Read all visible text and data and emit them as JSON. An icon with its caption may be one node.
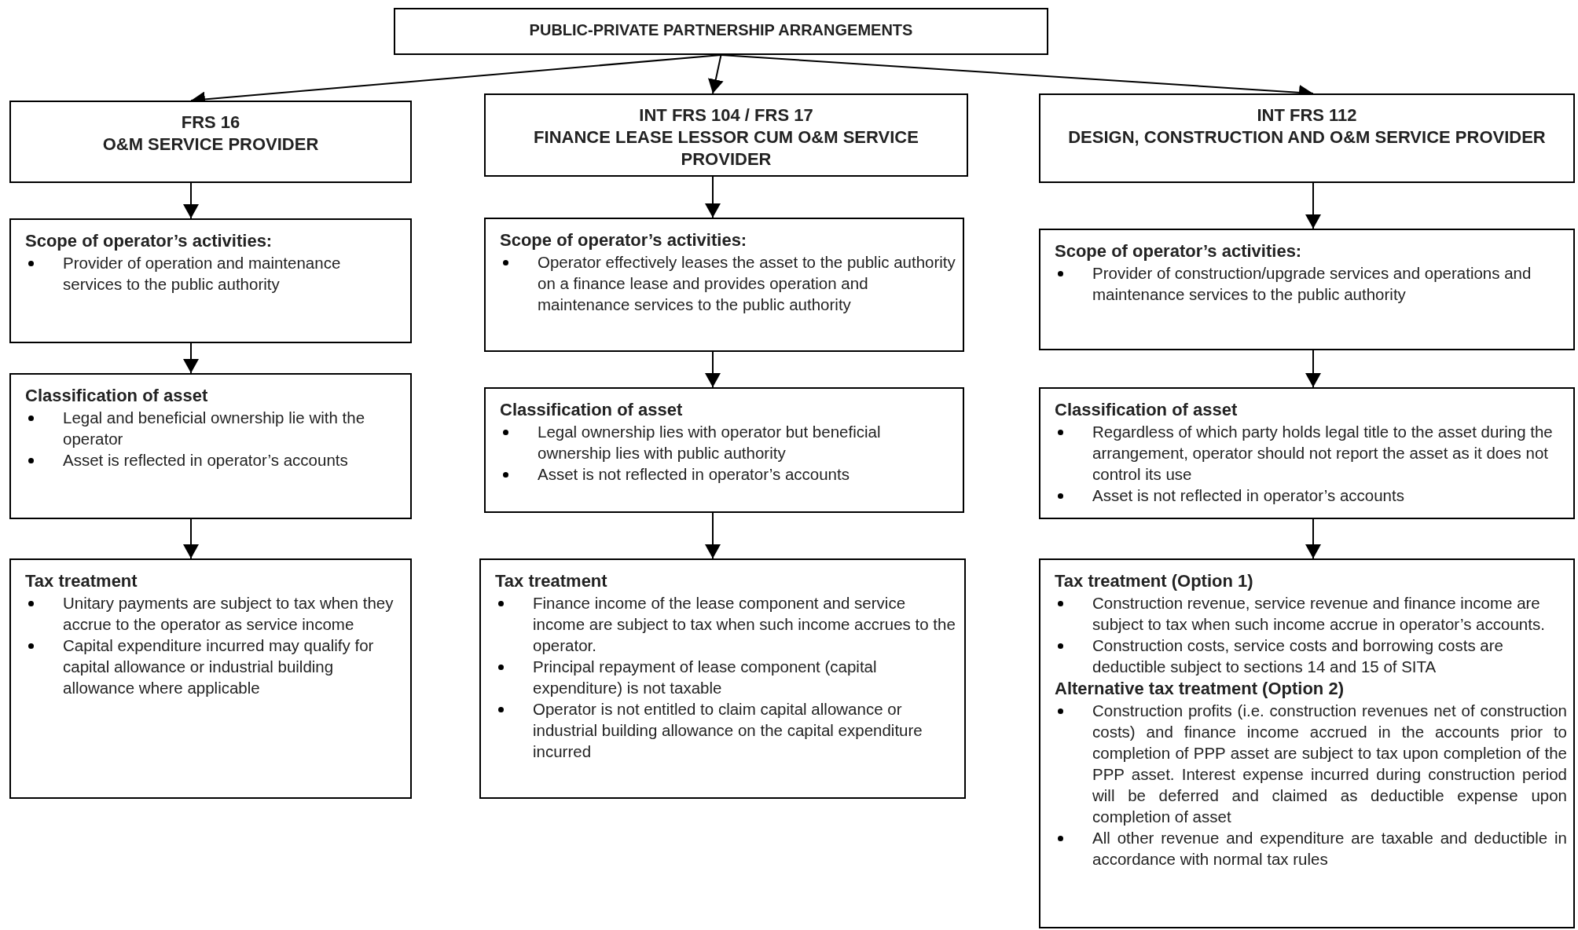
{
  "diagram": {
    "nodes": [
      {
        "text": [
          "PUBLIC-PRIVATE PARTNERSHIP ARRANGEMENTS"
        ]
      },
      {
        "text": [
          "FRS 16",
          "O&M SERVICE PROVIDER"
        ]
      },
      {
        "text": [
          "INT FRS 104 / FRS 17",
          "FINANCE LEASE LESSOR CUM O&M SERVICE PROVIDER"
        ]
      },
      {
        "text": [
          "INT FRS 112",
          "DESIGN, CONSTRUCTION AND O&M SERVICE PROVIDER"
        ]
      },
      {
        "text": [
          "Scope of operator’s activities:",
          "Provider of operation and maintenance services to the public authority"
        ]
      },
      {
        "text": [
          "Scope of operator’s activities:",
          "Operator effectively leases the asset to the public authority on a finance lease and provides operation and maintenance services to the public authority"
        ]
      },
      {
        "text": [
          "Scope of operator’s activities:",
          "Provider of construction/upgrade services and operations and maintenance services to the public authority"
        ]
      },
      {
        "text": [
          "Classification of asset",
          "Legal and beneficial ownership lie with the operator",
          "Asset is reflected in operator’s accounts"
        ]
      },
      {
        "text": [
          "Classification of asset",
          "Legal ownership lies with operator but beneficial ownership lies with public authority",
          "Asset is not reflected in operator’s accounts"
        ]
      },
      {
        "text": [
          "Classification of asset",
          "Regardless of which party holds legal title to the asset during the arrangement, operator should not report the asset as it does not control its use",
          "Asset is not reflected in operator’s accounts"
        ]
      },
      {
        "text": [
          "Tax treatment",
          "Unitary payments are subject to tax when they accrue to the operator as service income",
          "Capital expenditure incurred may qualify for capital allowance or industrial building allowance where applicable"
        ]
      },
      {
        "text": [
          "Tax treatment",
          "Finance income of the lease component and service income are subject to tax when such income accrues to the operator.",
          "Principal repayment of lease component (capital expenditure) is not taxable",
          "Operator is not entitled to claim capital allowance or industrial building allowance on the capital expenditure incurred"
        ]
      },
      {
        "text": [
          "Tax treatment (Option 1)",
          "Construction revenue, service revenue and finance income are subject to tax when such income accrue in operator’s accounts.",
          "Construction costs, service costs and borrowing costs are deductible subject to sections 14 and 15 of SITA",
          "Alternative tax treatment (Option 2)",
          "Construction profits (i.e. construction revenues net of construction costs) and finance income accrued in the accounts prior to completion of PPP asset are subject to tax upon completion of the PPP asset. Interest expense incurred during construction period will be deferred and claimed as deductible expense upon completion of asset",
          "All other revenue and expenditure are taxable and deductible in accordance with normal tax rules"
        ]
      }
    ],
    "edges": [
      {
        "from": 0,
        "to": 1,
        "arrow": "to"
      },
      {
        "from": 0,
        "to": 2,
        "arrow": "to"
      },
      {
        "from": 0,
        "to": 3,
        "arrow": "to"
      },
      {
        "from": 1,
        "to": 4,
        "arrow": "to"
      },
      {
        "from": 2,
        "to": 5,
        "arrow": "to"
      },
      {
        "from": 3,
        "to": 6,
        "arrow": "to"
      },
      {
        "from": 4,
        "to": 7,
        "arrow": "to"
      },
      {
        "from": 5,
        "to": 8,
        "arrow": "to"
      },
      {
        "from": 6,
        "to": 9,
        "arrow": "to"
      },
      {
        "from": 7,
        "to": 10,
        "arrow": "to"
      },
      {
        "from": 8,
        "to": 11,
        "arrow": "to"
      },
      {
        "from": 9,
        "to": 12,
        "arrow": "to"
      }
    ]
  }
}
